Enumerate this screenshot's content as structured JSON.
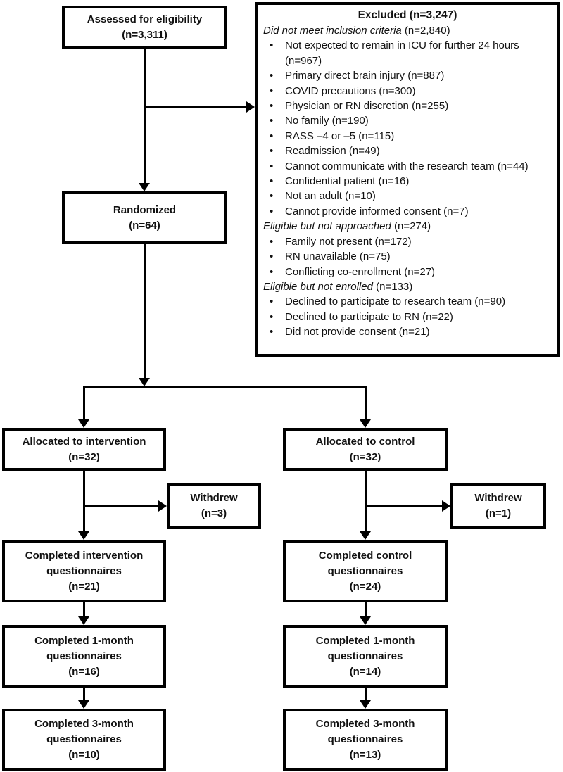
{
  "colors": {
    "line": "#000000",
    "background": "#ffffff",
    "text": "#111111"
  },
  "flow_boxes": {
    "assessed": {
      "lines": [
        "Assessed for eligibility",
        "(n=3,311)"
      ]
    },
    "randomized": {
      "lines": [
        "Randomized",
        "(n=64)"
      ]
    },
    "allocated_intervention": {
      "lines": [
        "Allocated to intervention",
        "(n=32)"
      ]
    },
    "allocated_control": {
      "lines": [
        "Allocated to control",
        "(n=32)"
      ]
    },
    "withdrew_intervention": {
      "lines": [
        "Withdrew",
        "(n=3)"
      ]
    },
    "withdrew_control": {
      "lines": [
        "Withdrew",
        "(n=1)"
      ]
    },
    "completed_intervention": {
      "lines": [
        "Completed intervention",
        "questionnaires",
        "(n=21)"
      ]
    },
    "completed_control": {
      "lines": [
        "Completed control",
        "questionnaires",
        "(n=24)"
      ]
    },
    "month1_intervention": {
      "lines": [
        "Completed 1-month",
        "questionnaires",
        "(n=16)"
      ]
    },
    "month1_control": {
      "lines": [
        "Completed 1-month",
        "questionnaires",
        "(n=14)"
      ]
    },
    "month3_intervention": {
      "lines": [
        "Completed 3-month",
        "questionnaires",
        "(n=10)"
      ]
    },
    "month3_control": {
      "lines": [
        "Completed 3-month",
        "questionnaires",
        "(n=13)"
      ]
    }
  },
  "excluded_box": {
    "title": "Excluded (n=3,247)",
    "bullet_char": "•",
    "rows": [
      {
        "type": "section",
        "label": "Did not meet inclusion criteria",
        "count": " (n=2,840)"
      },
      {
        "type": "bullet",
        "text": "Not expected to remain in ICU for further 24 hours (n=967)"
      },
      {
        "type": "bullet",
        "text": "Primary direct brain injury (n=887)"
      },
      {
        "type": "bullet",
        "text": "COVID precautions (n=300)"
      },
      {
        "type": "bullet",
        "text": "Physician or RN discretion (n=255)"
      },
      {
        "type": "bullet",
        "text": "No family (n=190)"
      },
      {
        "type": "bullet",
        "text": "RASS –4 or –5 (n=115)"
      },
      {
        "type": "bullet",
        "text": "Readmission (n=49)"
      },
      {
        "type": "bullet",
        "text": "Cannot communicate with the research team (n=44)"
      },
      {
        "type": "bullet",
        "text": "Confidential patient (n=16)"
      },
      {
        "type": "bullet",
        "text": "Not an adult (n=10)"
      },
      {
        "type": "bullet",
        "text": "Cannot provide informed consent (n=7)"
      },
      {
        "type": "section",
        "label": "Eligible but not approached",
        "count": " (n=274)"
      },
      {
        "type": "bullet",
        "text": "Family not present (n=172)"
      },
      {
        "type": "bullet",
        "text": "RN unavailable (n=75)"
      },
      {
        "type": "bullet",
        "text": "Conflicting co-enrollment (n=27)"
      },
      {
        "type": "section",
        "label": "Eligible but not enrolled",
        "count": " (n=133)"
      },
      {
        "type": "bullet",
        "text": "Declined to participate to research team (n=90)"
      },
      {
        "type": "bullet",
        "text": "Declined to participate to RN (n=22)"
      },
      {
        "type": "bullet",
        "text": "Did not provide consent (n=21)"
      }
    ]
  }
}
